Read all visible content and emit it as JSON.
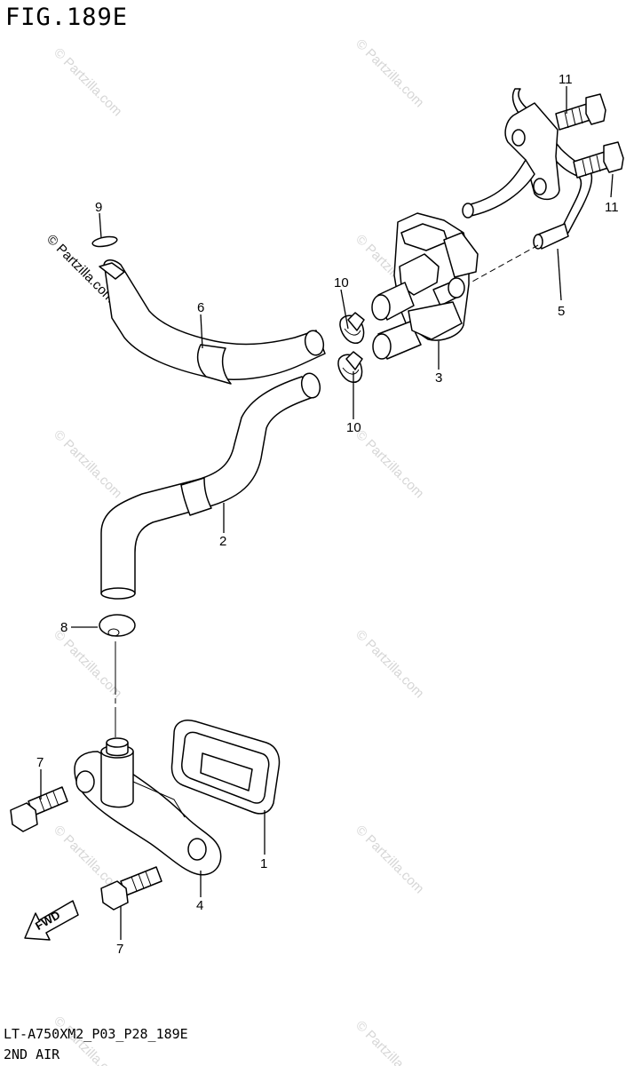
{
  "figure": {
    "title": "FIG.189E",
    "code": "LT-A750XM2_P03_P28_189E",
    "name": "2ND AIR"
  },
  "watermark": {
    "text": "© Partzilla.com",
    "color": "#d6d6d6"
  },
  "direction_arrow": {
    "label": "FWD"
  },
  "callouts": [
    {
      "id": "c1",
      "label": "1"
    },
    {
      "id": "c2",
      "label": "2"
    },
    {
      "id": "c3",
      "label": "3"
    },
    {
      "id": "c4",
      "label": "4"
    },
    {
      "id": "c5",
      "label": "5"
    },
    {
      "id": "c6",
      "label": "6"
    },
    {
      "id": "c7a",
      "label": "7"
    },
    {
      "id": "c7b",
      "label": "7"
    },
    {
      "id": "c8",
      "label": "8"
    },
    {
      "id": "c9",
      "label": "9"
    },
    {
      "id": "c10a",
      "label": "10"
    },
    {
      "id": "c10b",
      "label": "10"
    },
    {
      "id": "c11a",
      "label": "11"
    },
    {
      "id": "c11b",
      "label": "11"
    }
  ]
}
